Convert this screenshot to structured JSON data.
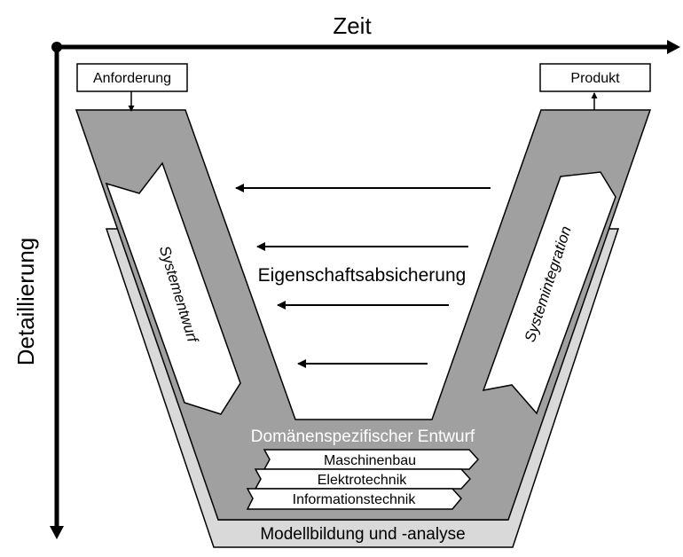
{
  "axes": {
    "time_label": "Zeit",
    "detail_label": "Detaillierung"
  },
  "boxes": {
    "requirement": "Anforderung",
    "product": "Produkt"
  },
  "phases": {
    "system_design": "Systementwurf",
    "system_integration": "Systemintegration",
    "property_assurance": "Eigenschaftsabsicherung"
  },
  "domain": {
    "title": "Domänenspezifischer Entwurf",
    "items": [
      "Maschinenbau",
      "Elektrotechnik",
      "Informationstechnik"
    ]
  },
  "modeling": "Modellbildung und -analyse",
  "colors": {
    "v_fill": "#a0a0a0",
    "shadow_fill": "#d9d9d9",
    "outline": "#000000",
    "arrow_fill": "#ffffff"
  }
}
